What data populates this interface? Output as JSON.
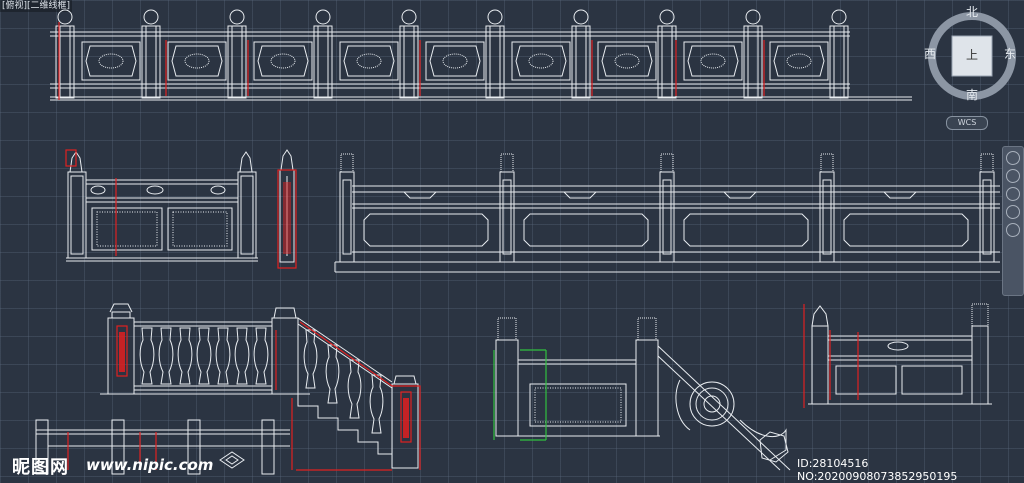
{
  "viewport": {
    "label": "[俯视][二维线框]"
  },
  "viewcube": {
    "north": "北",
    "south": "南",
    "east": "东",
    "west": "西",
    "top_face": "上",
    "wcs_label": "WCS"
  },
  "watermark": {
    "logo_text": "昵图网",
    "site": "www.nipic.com",
    "id_text": "ID:28104516 NO:20200908073852950195"
  },
  "colors": {
    "background": "#2b3442",
    "linework": "#e8ecf0",
    "highlight": "#e02020",
    "green": "#30c040"
  },
  "icons": [
    "compass-ring-icon",
    "pan-icon",
    "zoom-icon",
    "orbit-icon",
    "showmotion-icon"
  ]
}
